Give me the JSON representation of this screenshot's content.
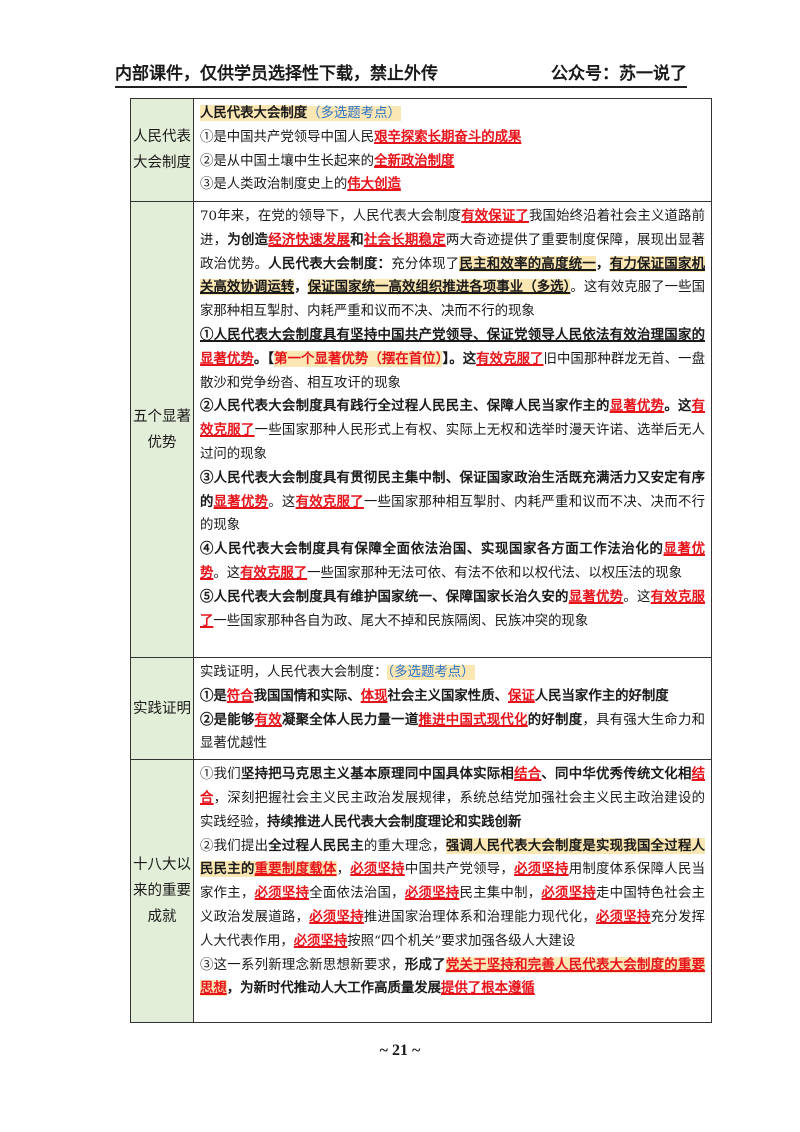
{
  "header": {
    "left": "内部课件，仅供学员选择性下载，禁止外传",
    "right": "公众号：苏一说了"
  },
  "rows": [
    {
      "label": "人民代表大会制度",
      "lines": [
        [
          {
            "t": "人民代表大会制度",
            "s": "b hl"
          },
          {
            "t": "（多选题考点）",
            "s": "blue hl"
          }
        ],
        [
          {
            "t": "①是中国共产党领导中国人民",
            "s": ""
          },
          {
            "t": "艰辛探索长期奋斗的成果",
            "s": "red ul"
          }
        ],
        [
          {
            "t": "②是从中国土壤中生长起来的",
            "s": ""
          },
          {
            "t": "全新政治制度",
            "s": "red ul"
          }
        ],
        [
          {
            "t": "③是人类政治制度史上的",
            "s": ""
          },
          {
            "t": "伟大创造",
            "s": "red ul"
          }
        ]
      ]
    },
    {
      "label": "五个显著优势",
      "lines": [
        [
          {
            "t": "70年来，在党的领导下，人民代表大会制度",
            "s": ""
          },
          {
            "t": "有效保证了",
            "s": "red ul"
          },
          {
            "t": "我国始终沿着社会主义道路前进，",
            "s": ""
          },
          {
            "t": "为创造",
            "s": "b"
          },
          {
            "t": "经济快速发展",
            "s": "red ul"
          },
          {
            "t": "和",
            "s": "b"
          },
          {
            "t": "社会长期稳定",
            "s": "red ul"
          },
          {
            "t": "两大奇迹提供了重要制度保障，展现出显著政治优势。",
            "s": ""
          },
          {
            "t": "人民代表大会制度：",
            "s": "b"
          },
          {
            "t": "充分体现了",
            "s": ""
          },
          {
            "t": "民主和效率的高度统一",
            "s": "b ul hl"
          },
          {
            "t": "，",
            "s": "b"
          },
          {
            "t": "有力保证国家机关高效协调运转",
            "s": "b ul hl"
          },
          {
            "t": "，",
            "s": "b"
          },
          {
            "t": "保证国家统一高效组织推进各项事业（多选）",
            "s": "b ul hl"
          },
          {
            "t": "。这有效克服了一些国家那种相互掣肘、内耗严重和议而不决、决而不行的现象",
            "s": ""
          }
        ],
        [
          {
            "t": "①人民代表大会制度具有坚持中国共产党领导、保证党领导人民依法有效治理国家的",
            "s": "b ul"
          },
          {
            "t": "显著优势",
            "s": "red ul"
          },
          {
            "t": "。",
            "s": "b"
          },
          {
            "t": "【",
            "s": "b"
          },
          {
            "t": "第一个显著优势（摆在首位）",
            "s": "red hl"
          },
          {
            "t": "】",
            "s": "b"
          },
          {
            "t": "。这",
            "s": "b"
          },
          {
            "t": "有效克服了",
            "s": "red ul"
          },
          {
            "t": "旧中国那种群龙无首、一盘散沙和党争纷沓、相互攻讦的现象",
            "s": ""
          }
        ],
        [
          {
            "t": "②人民代表大会制度具有践行全过程人民民主、保障人民当家作主的",
            "s": "b"
          },
          {
            "t": "显著优势",
            "s": "red ul"
          },
          {
            "t": "。这",
            "s": "b"
          },
          {
            "t": "有效克服了",
            "s": "red ul"
          },
          {
            "t": "一些国家那种人民形式上有权、实际上无权和选举时漫天许诺、选举后无人过问的现象",
            "s": ""
          }
        ],
        [
          {
            "t": "③人民代表大会制度具有贯彻民主集中制、保证国家政治生活既充满活力又安定有序的",
            "s": "b"
          },
          {
            "t": "显著优势",
            "s": "red ul"
          },
          {
            "t": "。这",
            "s": ""
          },
          {
            "t": "有效克服了",
            "s": "red ul"
          },
          {
            "t": "一些国家那种相互掣肘、内耗严重和议而不决、决而不行的现象",
            "s": ""
          }
        ],
        [
          {
            "t": "④人民代表大会制度具有保障全面依法治国、实现国家各方面工作法治化的",
            "s": "b"
          },
          {
            "t": "显著优势",
            "s": "red ul"
          },
          {
            "t": "。这",
            "s": ""
          },
          {
            "t": "有效克服了",
            "s": "red ul"
          },
          {
            "t": "一些国家那种无法可依、有法不依和以权代法、以权压法的现象",
            "s": ""
          }
        ],
        [
          {
            "t": "⑤人民代表大会制度具有维护国家统一、保障国家长治久安的",
            "s": "b"
          },
          {
            "t": "显著优势",
            "s": "red ul"
          },
          {
            "t": "。这",
            "s": ""
          },
          {
            "t": "有效克服了",
            "s": "red ul"
          },
          {
            "t": "一些国家那种各自为政、尾大不掉和民族隔阂、民族冲突的现象",
            "s": ""
          }
        ]
      ]
    },
    {
      "label": "实践证明",
      "lines": [
        [
          {
            "t": "实践证明，人民代表大会制度：",
            "s": ""
          },
          {
            "t": "（多选题考点）",
            "s": "blue hl"
          }
        ],
        [
          {
            "t": "①是",
            "s": "b"
          },
          {
            "t": "符合",
            "s": "red ul"
          },
          {
            "t": "我国国情和实际、",
            "s": "b"
          },
          {
            "t": "体现",
            "s": "red ul"
          },
          {
            "t": "社会主义国家性质、",
            "s": "b"
          },
          {
            "t": "保证",
            "s": "red ul"
          },
          {
            "t": "人民当家作主的好制度",
            "s": "b"
          }
        ],
        [
          {
            "t": "②是能够",
            "s": "b"
          },
          {
            "t": "有效",
            "s": "red ul"
          },
          {
            "t": "凝聚全体人民力量一道",
            "s": "b"
          },
          {
            "t": "推进中国式现代化",
            "s": "red ul"
          },
          {
            "t": "的好制度",
            "s": "b"
          },
          {
            "t": "，具有强大生命力和显著优越性",
            "s": ""
          }
        ]
      ]
    },
    {
      "label": "十八大以来的重要成就",
      "lines": [
        [
          {
            "t": "①我们",
            "s": ""
          },
          {
            "t": "坚持把马克思主义基本原理同中国具体实际相",
            "s": "b"
          },
          {
            "t": "结合",
            "s": "red ul"
          },
          {
            "t": "、同中华优秀传统文化相",
            "s": "b"
          },
          {
            "t": "结合",
            "s": "red ul"
          },
          {
            "t": "，深刻把握社会主义民主政治发展规律，系统总结党加强社会主义民主政治建设的实践经验，",
            "s": ""
          },
          {
            "t": "持续推进人民代表大会制度理论和实践创新",
            "s": "b"
          }
        ],
        [
          {
            "t": "②我们提出",
            "s": ""
          },
          {
            "t": "全过程人民民主",
            "s": "b"
          },
          {
            "t": "的重大理念，",
            "s": ""
          },
          {
            "t": "强调人民代表大会制度是实现我国全过程人民民主的",
            "s": "b hl"
          },
          {
            "t": "重要制度载体",
            "s": "red ul hl"
          },
          {
            "t": "，",
            "s": ""
          },
          {
            "t": "必须坚持",
            "s": "red ul"
          },
          {
            "t": "中国共产党领导，",
            "s": ""
          },
          {
            "t": "必须坚持",
            "s": "red ul"
          },
          {
            "t": "用制度体系保障人民当家作主，",
            "s": ""
          },
          {
            "t": "必须坚持",
            "s": "red ul"
          },
          {
            "t": "全面依法治国，",
            "s": ""
          },
          {
            "t": "必须坚持",
            "s": "red ul"
          },
          {
            "t": "民主集中制，",
            "s": ""
          },
          {
            "t": "必须坚持",
            "s": "red ul"
          },
          {
            "t": "走中国特色社会主义政治发展道路，",
            "s": ""
          },
          {
            "t": "必须坚持",
            "s": "red ul"
          },
          {
            "t": "推进国家治理体系和治理能力现代化，",
            "s": ""
          },
          {
            "t": "必须坚持",
            "s": "red ul"
          },
          {
            "t": "充分发挥人大代表作用，",
            "s": ""
          },
          {
            "t": "必须坚持",
            "s": "red ul"
          },
          {
            "t": "按照“四个机关”要求加强各级人大建设",
            "s": ""
          }
        ],
        [
          {
            "t": "③这一系列新理念新思想新要求，",
            "s": ""
          },
          {
            "t": "形成了",
            "s": "b"
          },
          {
            "t": "党关于坚持和完善人民代表大会制度的重要思想",
            "s": "red ul hl"
          },
          {
            "t": "，为新时代推动人大工作高质量发展",
            "s": "b"
          },
          {
            "t": "提供了根本遵循",
            "s": "red ul"
          }
        ]
      ]
    }
  ],
  "footer": {
    "page": "~ 21 ~"
  }
}
